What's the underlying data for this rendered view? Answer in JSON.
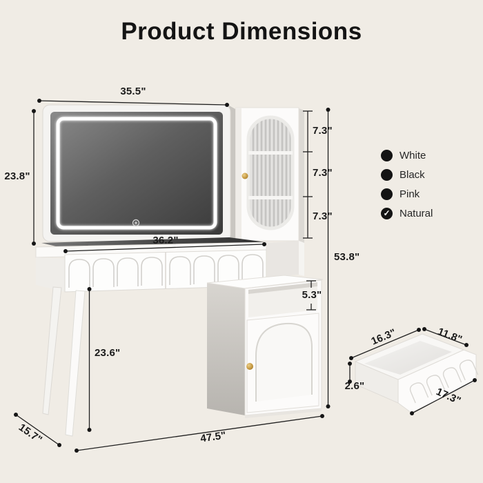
{
  "title": "Product Dimensions",
  "palette": {
    "background": "#f0ece5",
    "text": "#1b1b1b",
    "furniture_white": "#fbfaf9",
    "mirror_gray": "#5f5f5f",
    "accent_gold": "#c79b44"
  },
  "dimensions": {
    "mirror_width": "35.5\"",
    "mirror_height": "23.8\"",
    "cubby_top": "7.3\"",
    "cubby_middle": "7.3\"",
    "cubby_bottom": "7.3\"",
    "desktop_width": "36.2\"",
    "total_height": "53.8\"",
    "open_shelf_height": "5.3\"",
    "leg_height": "23.6\"",
    "depth": "15.7\"",
    "total_width": "47.5\""
  },
  "drawer_detail": {
    "inner_width": "16.3\"",
    "inner_depth": "11.8\"",
    "inner_height": "2.6\"",
    "front_width": "17.3\""
  },
  "color_options": {
    "check_glyph": "✓",
    "items": [
      {
        "label": "White",
        "selected": false
      },
      {
        "label": "Black",
        "selected": false
      },
      {
        "label": "Pink",
        "selected": false
      },
      {
        "label": "Natural",
        "selected": true
      }
    ]
  }
}
